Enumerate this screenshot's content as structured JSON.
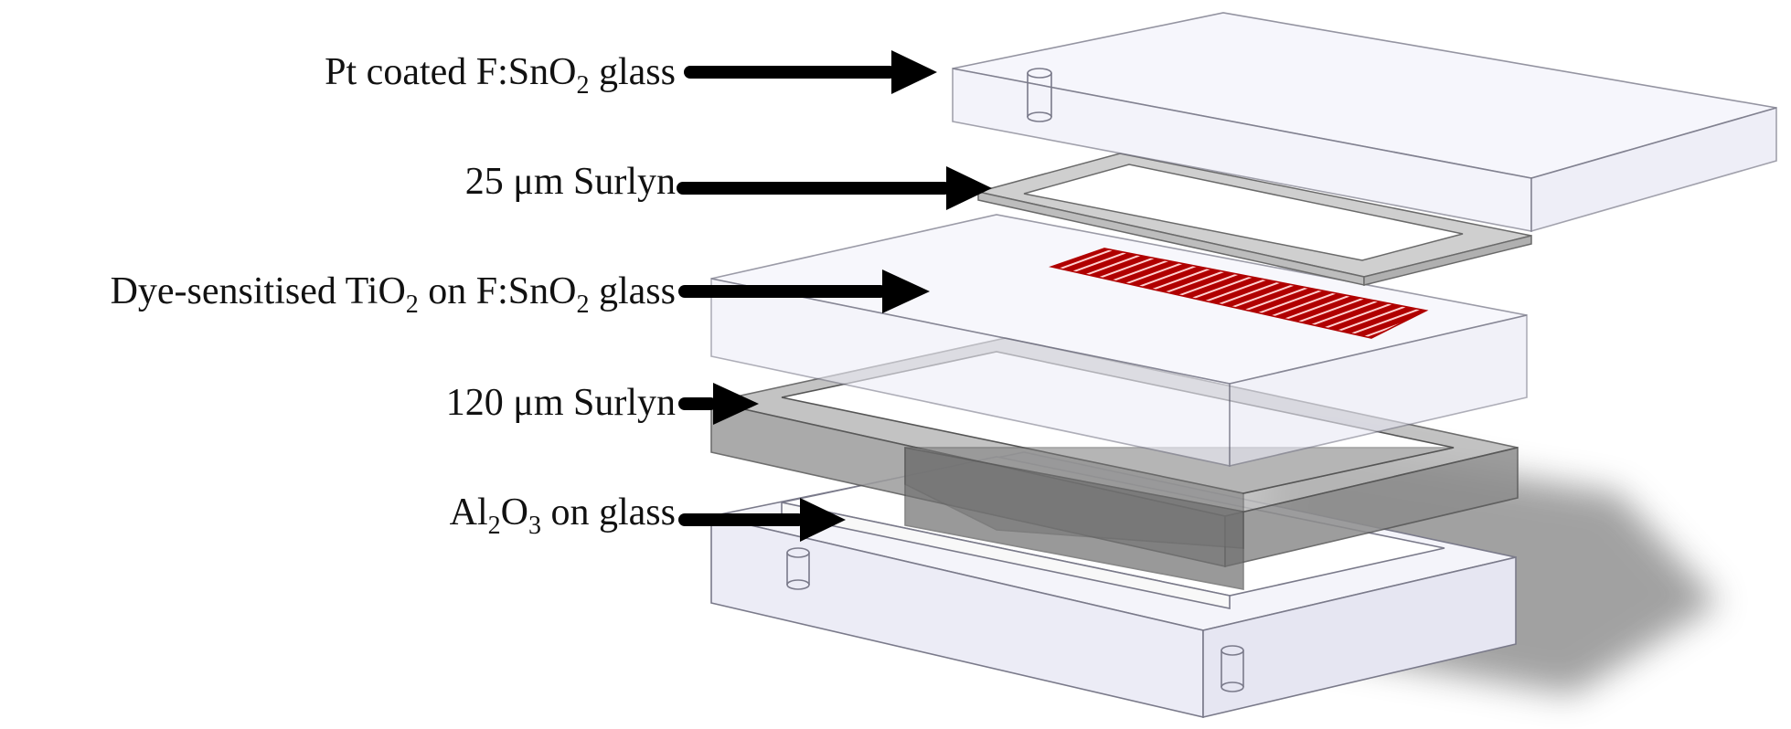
{
  "labels": {
    "pt_glass": {
      "prefix": "Pt coated F:SnO",
      "sub": "2",
      "suffix": " glass"
    },
    "surlyn_25": {
      "text": "25 μm Surlyn"
    },
    "dye_tio2": {
      "prefix": "Dye-sensitised TiO",
      "sub1": "2",
      "mid": " on F:SnO",
      "sub2": "2",
      "suffix": " glass"
    },
    "surlyn_120": {
      "text": "120 μm Surlyn"
    },
    "al2o3": {
      "a": "Al",
      "sub1": "2",
      "b": "O",
      "sub2": "3",
      "suffix": " on glass"
    }
  },
  "colors": {
    "glass_edge": "#7a7a8a",
    "glass_fill": "#f3f3fb",
    "surlyn_thin": "#c8c8c8",
    "surlyn_thick": "#8a8a8a",
    "tio2_red": "#b00000",
    "arrow": "#000000"
  }
}
